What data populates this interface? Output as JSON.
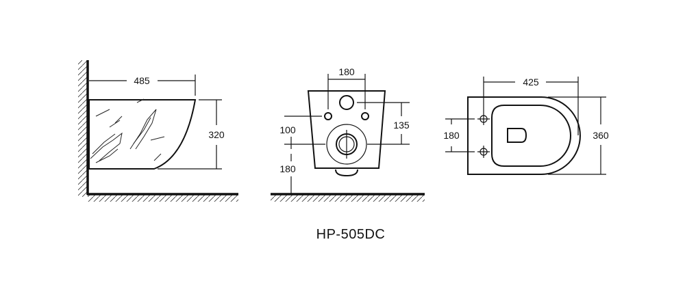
{
  "model": "HP-505DC",
  "side_view": {
    "width_dim": "485",
    "height_dim": "320"
  },
  "front_view": {
    "hole_spacing_dim": "180",
    "inlet_height_dim": "135",
    "hole_to_outlet_dim": "100",
    "outlet_height_dim": "180"
  },
  "top_view": {
    "length_dim": "425",
    "width_dim": "360",
    "hole_spacing_dim": "180"
  },
  "colors": {
    "line": "#111111",
    "background": "#ffffff"
  }
}
